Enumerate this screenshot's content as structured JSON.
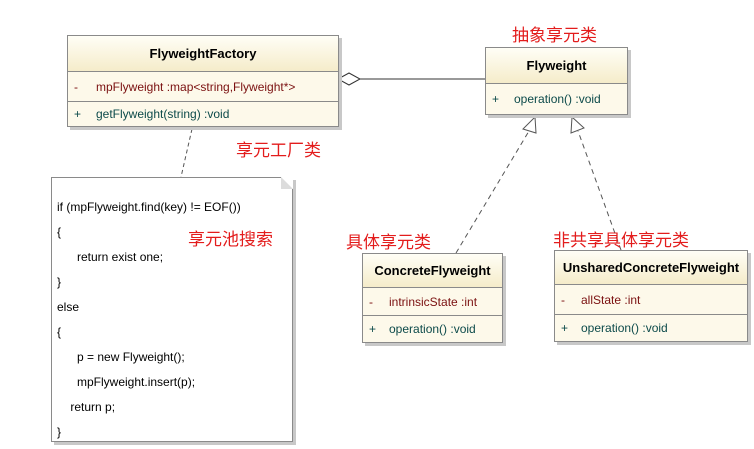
{
  "annotations": {
    "abstract_flyweight": "抽象享元类",
    "factory": "享元工厂类",
    "pool_search": "享元池搜索",
    "concrete": "具体享元类",
    "unshared": "非共享具体享元类"
  },
  "classes": {
    "factory": {
      "name": "FlyweightFactory",
      "attr_vis": "-",
      "attr": "mpFlyweight  :map<string,Flyweight*>",
      "op_vis": "+",
      "op": "getFlyweight(string)  :void"
    },
    "flyweight": {
      "name": "Flyweight",
      "op_vis": "+",
      "op": "operation()  :void"
    },
    "concrete": {
      "name": "ConcreteFlyweight",
      "attr_vis": "-",
      "attr": "intrinsicState  :int",
      "op_vis": "+",
      "op": "operation()  :void"
    },
    "unshared": {
      "name": "UnsharedConcreteFlyweight",
      "attr_vis": "-",
      "attr": "allState  :int",
      "op_vis": "+",
      "op": "operation()  :void"
    }
  },
  "note": {
    "lines": [
      "if (mpFlyweight.find(key) != EOF())",
      "{",
      "      return exist one;",
      "}",
      "else",
      "{",
      "      p = new Flyweight();",
      "      mpFlyweight.insert(p);",
      "    return p;",
      "}"
    ]
  }
}
